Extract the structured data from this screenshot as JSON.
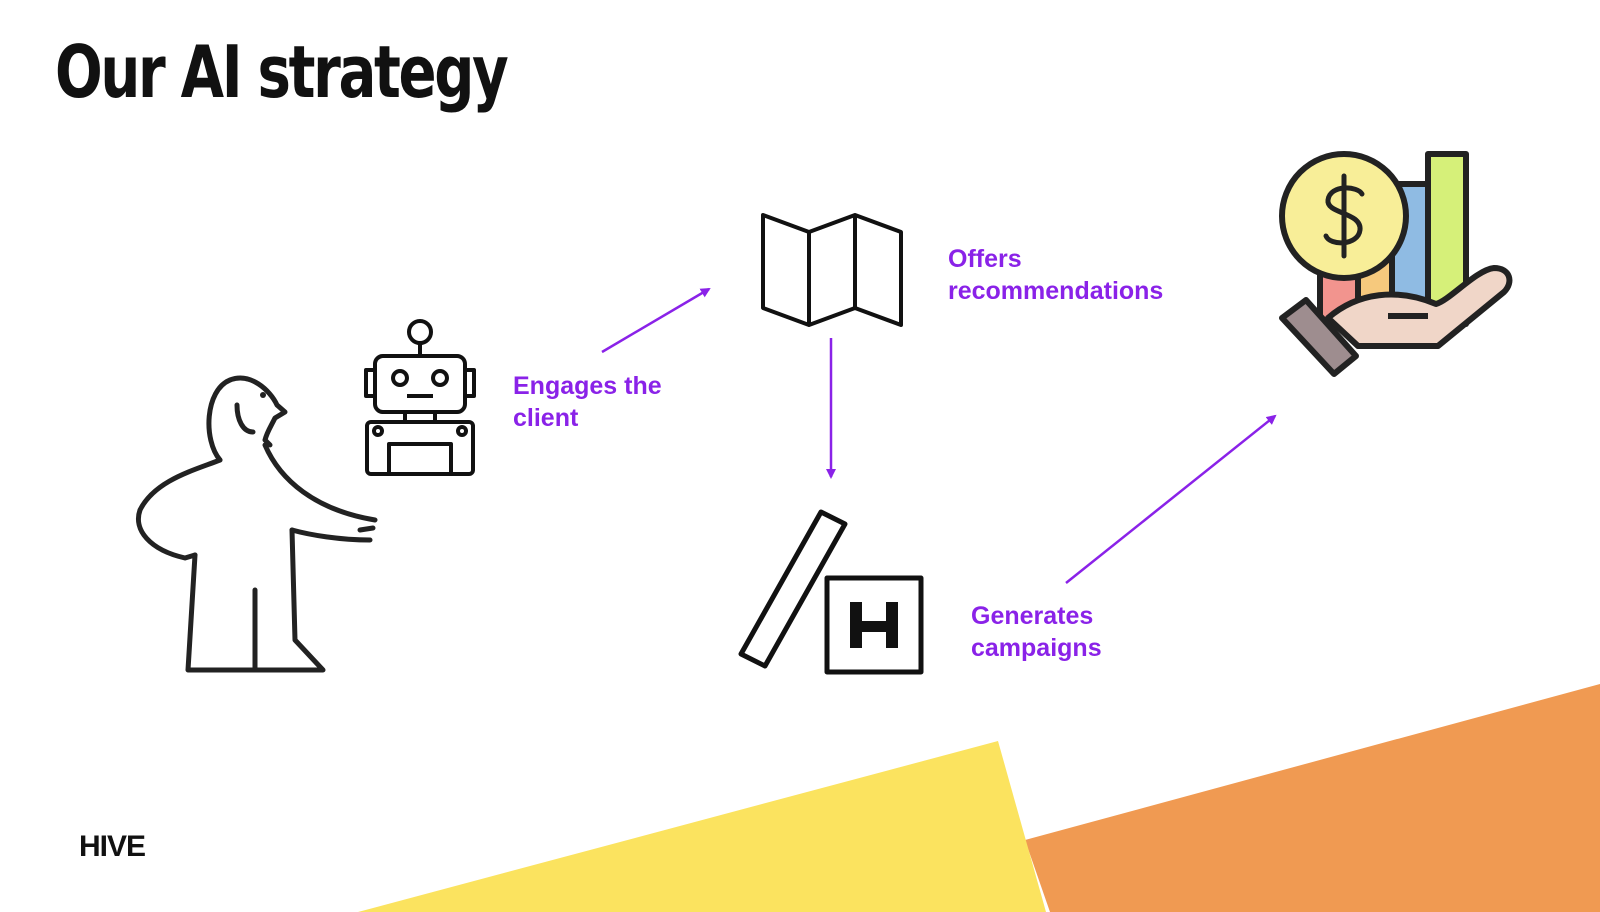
{
  "slide": {
    "title": "Our AI strategy",
    "labels": {
      "engages": "Engages the client",
      "offers": "Offers recommendations",
      "generates": "Generates campaigns"
    },
    "logo": "HIVE"
  },
  "icons": {
    "person": "person-icon",
    "robot": "robot-icon",
    "map": "map-icon",
    "box": "box-icon",
    "money": "money-growth-icon"
  },
  "colors": {
    "accent": "#8a22e8",
    "yellow_shape": "#fbe35f",
    "orange_shape": "#f09a52",
    "text": "#111111"
  }
}
